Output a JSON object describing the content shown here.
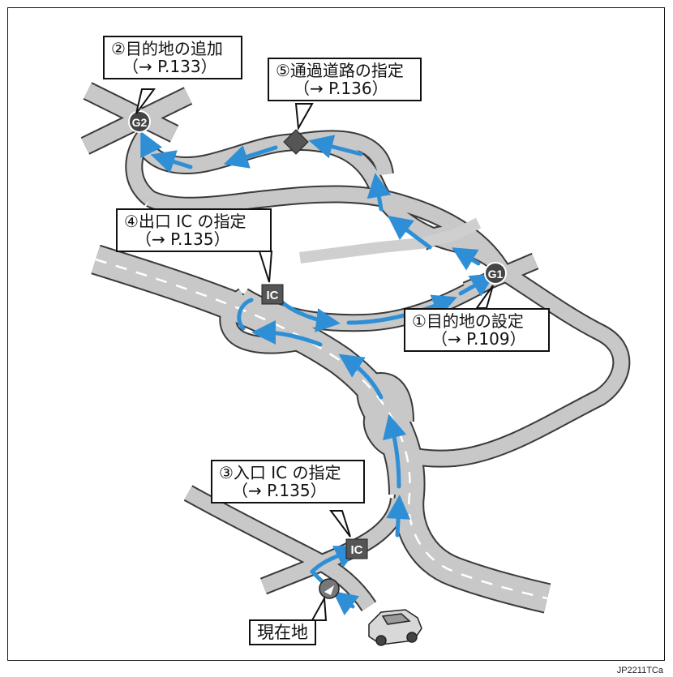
{
  "callouts": {
    "destination_set": {
      "line1": "①目的地の設定",
      "line2": "（→ P.109）"
    },
    "destination_add": {
      "line1": "②目的地の追加",
      "line2": "（→ P.133）"
    },
    "entrance_ic": {
      "line1": "③入口 IC の指定",
      "line2": "（→ P.135）"
    },
    "exit_ic": {
      "line1": "④出口 IC の指定",
      "line2": "（→ P.135）"
    },
    "via_road": {
      "line1": "⑤通過道路の指定",
      "line2": "（→ P.136）"
    },
    "current_position": {
      "label": "現在地"
    }
  },
  "markers": {
    "goal_1": "G1",
    "goal_2": "G2",
    "ic": "IC"
  },
  "figure_id": "JP2211TCa",
  "colors": {
    "road_fill": "#c8c8c8",
    "road_edge": "#3a3a3a",
    "route_arrow": "#2f8fd6",
    "marker_dark": "#555555"
  },
  "icons": [
    "car-icon",
    "current-position-icon",
    "waypoint-diamond-icon",
    "ic-icon",
    "goal-g1-icon",
    "goal-g2-icon"
  ]
}
